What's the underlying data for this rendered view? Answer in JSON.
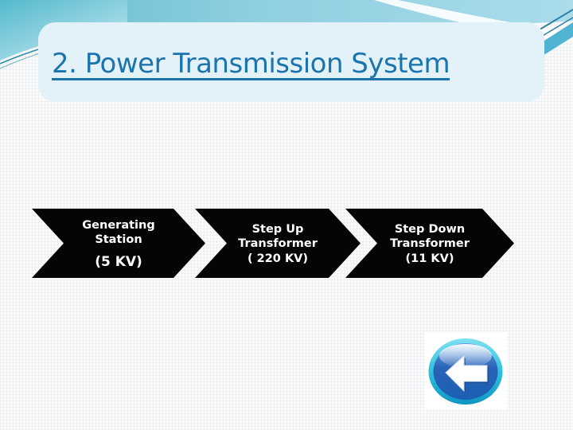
{
  "slide": {
    "title": "2. Power Transmission System"
  },
  "flow_steps": [
    {
      "name_line1": "Generating",
      "name_line2": "Station",
      "voltage": "(5 KV)"
    },
    {
      "name_line1": "Step Up",
      "name_line2": "Transformer",
      "voltage": "( 220 KV)"
    },
    {
      "name_line1": "Step Down",
      "name_line2": "Transformer",
      "voltage": "(11 KV)"
    }
  ],
  "back_button": {
    "icon": "left-arrow-icon"
  },
  "colors": {
    "title_text": "#1b74ae",
    "title_box_bg": "#e3f2f9",
    "band_teal": "#5fbccf",
    "band_light_blue": "#aadcea",
    "chevron_fill": "#050505",
    "chevron_text": "#ffffff",
    "button_ring_cyan": "#2ec0dd",
    "button_body_blue": "#2a62b5",
    "button_arrow": "#ffffff"
  }
}
